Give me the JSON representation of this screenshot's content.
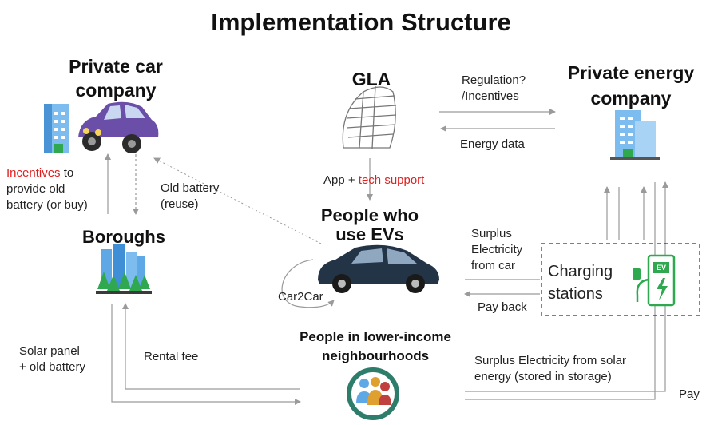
{
  "title": "Implementation Structure",
  "nodes": {
    "private_car_company": {
      "line1": "Private car",
      "line2": "company"
    },
    "gla": {
      "label": "GLA"
    },
    "private_energy_company": {
      "line1": "Private energy",
      "line2": "company"
    },
    "boroughs": {
      "label": "Boroughs"
    },
    "people_evs": {
      "line1": "People who",
      "line2": "use EVs"
    },
    "charging_stations": {
      "line1": "Charging",
      "line2": "stations",
      "ev_badge": "EV"
    },
    "lower_income": {
      "line1": "People in lower-income",
      "line2": "neighbourhoods"
    }
  },
  "edges": {
    "incentives": {
      "red": "Incentives",
      "rest1": " to",
      "line2": "provide old",
      "line3": "battery (or buy)"
    },
    "old_battery": {
      "line1": "Old battery",
      "line2": "(reuse)"
    },
    "regulation": {
      "line1": "Regulation?",
      "line2": "/Incentives"
    },
    "energy_data": "Energy data",
    "app_support": {
      "plain": "App + ",
      "red": "tech support"
    },
    "surplus_car": {
      "line1": "Surplus",
      "line2": "Electricity",
      "line3": "from car"
    },
    "pay_back": "Pay back",
    "car2car": "Car2Car",
    "solar_panel": {
      "line1": "Solar panel",
      "line2": "+ old battery"
    },
    "rental_fee": "Rental fee",
    "surplus_solar": {
      "line1": "Surplus Electricity from solar",
      "line2": "energy (stored in storage)"
    },
    "pay": "Pay"
  },
  "colors": {
    "accent_red": "#e02020",
    "car_purple": "#6b4ea8",
    "ev_car_dark": "#243447",
    "ev_green": "#2fa84f",
    "building_blue": "#5fa8e6",
    "community_teal": "#2e7d6b",
    "arrow_gray": "#9a9a9a"
  },
  "icons": [
    "building-icon",
    "purple-car-icon",
    "gla-building-icon",
    "energy-building-icon",
    "borough-icon",
    "ev-car-icon",
    "ev-charger-icon",
    "community-icon"
  ]
}
